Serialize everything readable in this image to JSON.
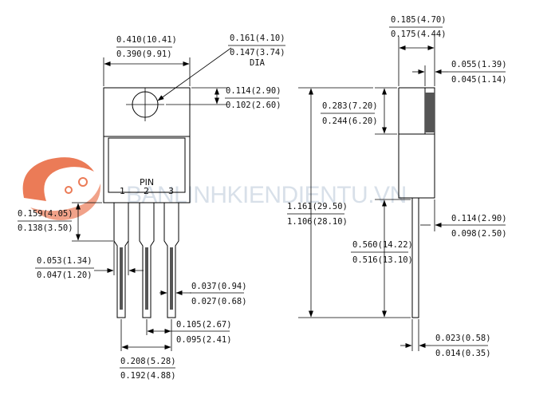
{
  "watermark": {
    "text": "BANLINHKIENDIENTU.VN",
    "logo_color": "#e8643a",
    "text_color": "#b9c8d8"
  },
  "front_view": {
    "tab_hole_label": "DIA",
    "pin_header": "PIN",
    "pin_numbers": [
      "1",
      "2",
      "3"
    ],
    "dims": {
      "overall_width": {
        "upper": "0.410(10.41)",
        "lower": "0.390(9.91)"
      },
      "hole_dia": {
        "upper": "0.161(4.10)",
        "lower": "0.147(3.74)"
      },
      "hole_center": {
        "upper": "0.114(2.90)",
        "lower": "0.102(2.60)"
      },
      "lead_shoulder": {
        "upper": "0.159(4.05)",
        "lower": "0.138(3.50)"
      },
      "lead_width_wide": {
        "upper": "0.053(1.34)",
        "lower": "0.047(1.20)"
      },
      "lead_width": {
        "upper": "0.037(0.94)",
        "lower": "0.027(0.68)"
      },
      "lead_pitch": {
        "upper": "0.105(2.67)",
        "lower": "0.095(2.41)"
      },
      "lead_span": {
        "upper": "0.208(5.28)",
        "lower": "0.192(4.88)"
      }
    }
  },
  "side_view": {
    "dims": {
      "body_thickness": {
        "upper": "0.185(4.70)",
        "lower": "0.175(4.44)"
      },
      "tab_thickness": {
        "upper": "0.055(1.39)",
        "lower": "0.045(1.14)"
      },
      "tab_length": {
        "upper": "0.283(7.20)",
        "lower": "0.244(6.20)"
      },
      "overall_length": {
        "upper": "1.161(29.50)",
        "lower": "1.106(28.10)"
      },
      "lead_offset": {
        "upper": "0.114(2.90)",
        "lower": "0.098(2.50)"
      },
      "lead_length": {
        "upper": "0.560(14.22)",
        "lower": "0.516(13.10)"
      },
      "lead_thickness": {
        "upper": "0.023(0.58)",
        "lower": "0.014(0.35)"
      }
    }
  }
}
